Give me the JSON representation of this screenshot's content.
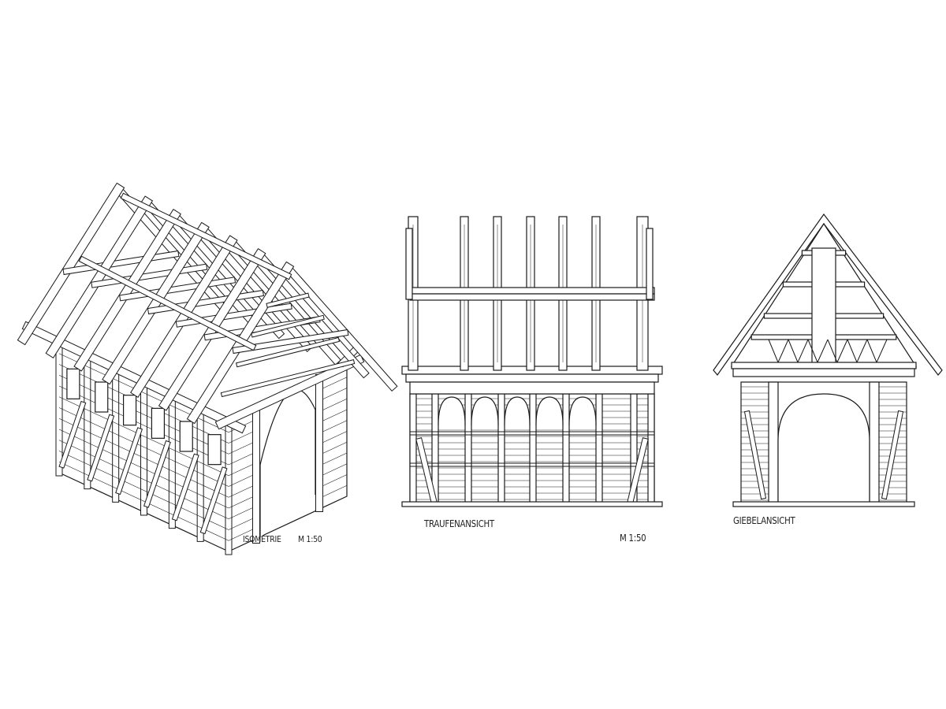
{
  "drawings": {
    "isometric": {
      "title": "ISOMETRIE",
      "scale": "M 1:50"
    },
    "eave_elevation": {
      "title": "TRAUFENANSICHT",
      "scale": "M 1:50"
    },
    "gable_elevation": {
      "title": "GIEBELANSICHT"
    }
  },
  "colors": {
    "line": "#1a1a1a",
    "paper": "#ffffff"
  }
}
